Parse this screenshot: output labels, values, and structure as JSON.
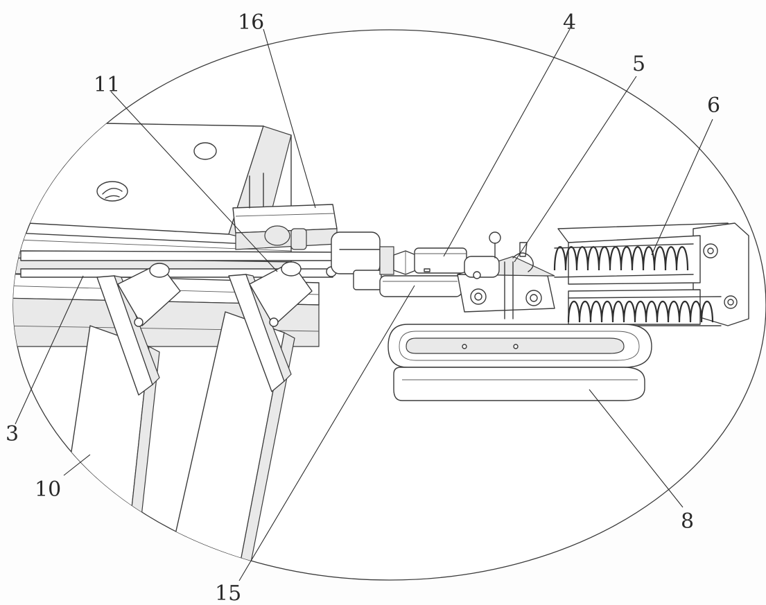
{
  "labels": {
    "l16": "16",
    "l4": "4",
    "l5": "5",
    "l11": "11",
    "l6": "6",
    "l3": "3",
    "l10": "10",
    "l8": "8",
    "l15": "15"
  }
}
